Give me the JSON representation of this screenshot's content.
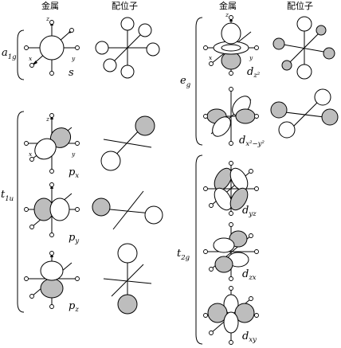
{
  "headers": {
    "metal": "金属",
    "ligand": "配位子"
  },
  "groups": {
    "a1g": {
      "main": "a",
      "sub": "1g"
    },
    "t1u": {
      "main": "t",
      "sub": "1u"
    },
    "eg": {
      "main": "e",
      "sub": "g"
    },
    "t2g": {
      "main": "t",
      "sub": "2g"
    }
  },
  "orbitals": {
    "s": {
      "main": "s",
      "sub": ""
    },
    "px": {
      "main": "p",
      "sub": "x"
    },
    "py": {
      "main": "p",
      "sub": "y"
    },
    "pz": {
      "main": "p",
      "sub": "z"
    },
    "dz2": {
      "main": "d",
      "sub": "z²"
    },
    "dx2y2": {
      "main": "d",
      "sub": "x²−y²"
    },
    "dyz": {
      "main": "d",
      "sub": "yz"
    },
    "dzx": {
      "main": "d",
      "sub": "zx"
    },
    "dxy": {
      "main": "d",
      "sub": "xy"
    }
  },
  "axes": {
    "x": "x",
    "y": "y",
    "z": "z"
  },
  "colors": {
    "shade": "#bdbdbd",
    "line": "#000000",
    "background": "#ffffff"
  }
}
